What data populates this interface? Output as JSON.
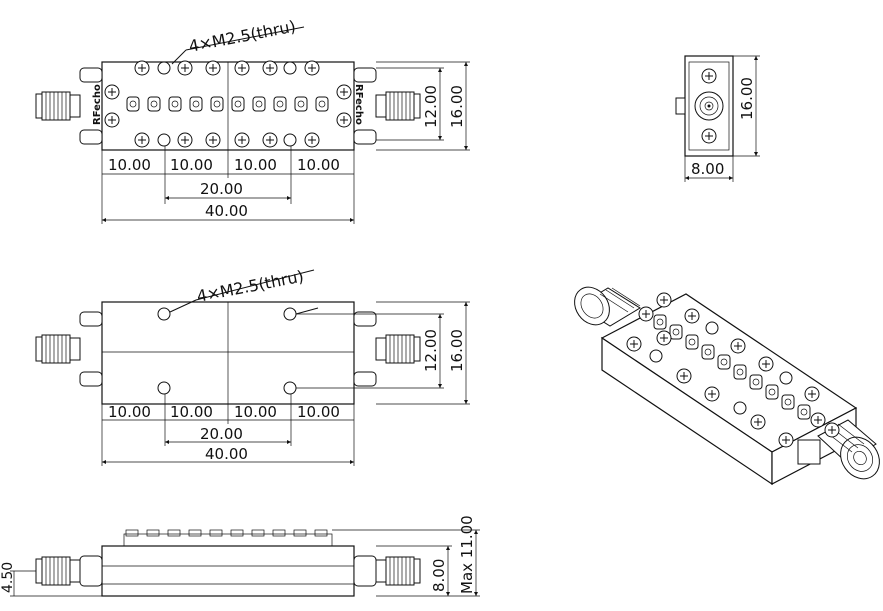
{
  "top_view": {
    "hole_note": "4×M2.5(thru)",
    "brand_left": "RFecho",
    "brand_right": "RFecho",
    "dim_segments": [
      "10.00",
      "10.00",
      "10.00",
      "10.00"
    ],
    "dim_center": "20.00",
    "dim_total": "40.00",
    "dim_inner_h": "12.00",
    "dim_outer_h": "16.00"
  },
  "end_view": {
    "dim_h": "16.00",
    "dim_w": "8.00"
  },
  "bottom_view": {
    "hole_note": "4×M2.5(thru)",
    "dim_segments": [
      "10.00",
      "10.00",
      "10.00",
      "10.00"
    ],
    "dim_center": "20.00",
    "dim_total": "40.00",
    "dim_inner_h": "12.00",
    "dim_outer_h": "16.00"
  },
  "side_view": {
    "dim_offset": "4.50",
    "dim_body_h": "8.00",
    "dim_max_h": "Max 11.00"
  }
}
